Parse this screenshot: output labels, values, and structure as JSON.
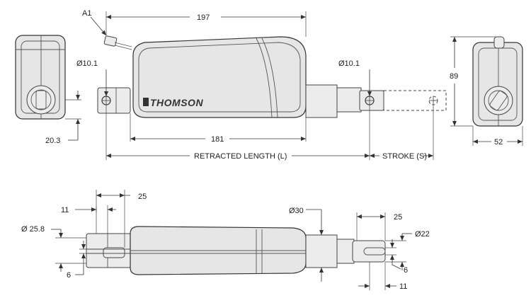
{
  "labels": {
    "a1": "A1",
    "dim_197": "197",
    "dim_181": "181",
    "hole_left": "Ø10.1",
    "hole_right": "Ø10.1",
    "dim_89": "89",
    "dim_52": "52",
    "dim_20_3": "20.3",
    "retracted_length": "RETRACTED LENGTH (L)",
    "stroke": "STROKE (S)",
    "brand": "THOMSON",
    "dim_25_left": "25",
    "dim_11_left": "11",
    "dim_25_8": "Ø 25.8",
    "dim_6_left": "6",
    "dim_30": "Ø30",
    "dim_25_right": "25",
    "dim_22": "Ø22",
    "dim_6_right": "6",
    "dim_11_right": "11"
  }
}
